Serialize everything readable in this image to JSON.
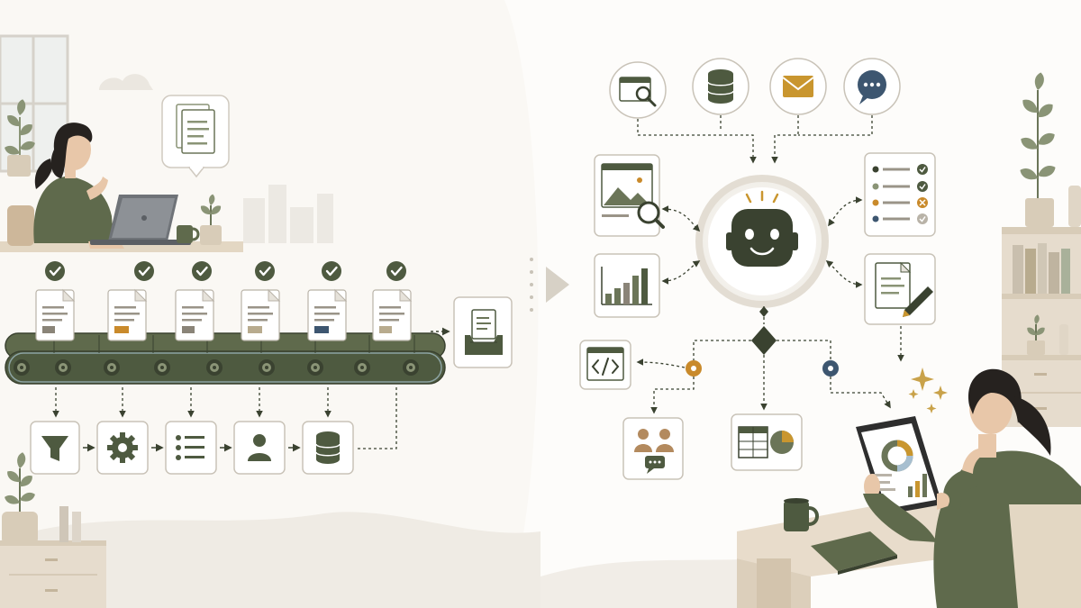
{
  "colors": {
    "background": "#faf8f4",
    "accent_olive": "#4e5a40",
    "olive_dark": "#3a4230",
    "olive_mid": "#6b7558",
    "olive_light": "#8a9476",
    "card_stroke": "#c9c3b8",
    "card_fill": "#ffffff",
    "highlight_orange": "#c98a2b",
    "highlight_blue": "#3d5670",
    "mail_gold": "#c9962f",
    "sparkle_gold": "#c9a24a",
    "skin": "#e8c7a9",
    "hair": "#26221f",
    "wood": "#d8c8b0"
  },
  "scene": {
    "title": "",
    "left_workflow": {
      "documents_on_belt": 6,
      "checkmarks": 6,
      "pipeline_steps": [
        "filter-icon",
        "gear-icon",
        "list-icon",
        "person-icon",
        "database-icon"
      ],
      "output": "inbox-tray-icon"
    },
    "right_agent": {
      "center": "robot-icon",
      "inputs": [
        "web-search-icon",
        "database-icon",
        "mail-icon",
        "chat-icon"
      ],
      "tools_left": [
        "image-search-icon",
        "bar-chart-icon"
      ],
      "tools_right": [
        "checklist-icon",
        "document-edit-icon"
      ],
      "outputs": [
        "code-icon",
        "people-chat-icon",
        "table-chart-icon",
        "tablet-dashboard"
      ]
    }
  }
}
